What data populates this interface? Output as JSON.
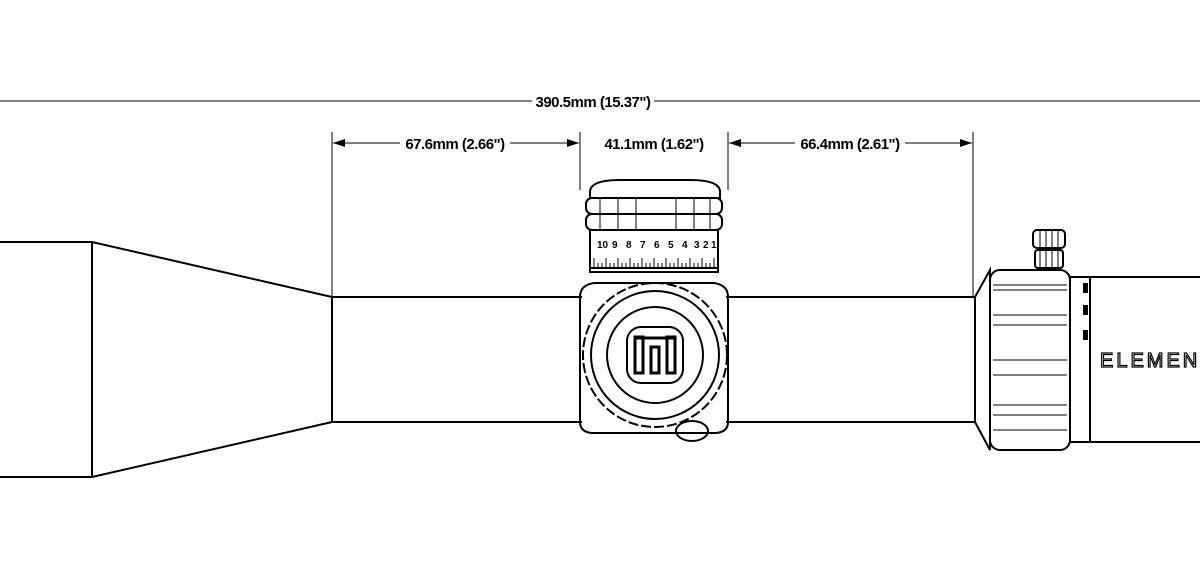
{
  "dimensions": {
    "overall": "390.5mm (15.37\")",
    "front": "67.6mm (2.66\")",
    "turret": "41.1mm (1.62\")",
    "rear": "66.4mm (2.61\")"
  },
  "turret_scale": [
    "10",
    "9",
    "8",
    "7",
    "6",
    "5",
    "4",
    "3",
    "2",
    "1"
  ],
  "brand": "ELEMENT",
  "colors": {
    "line": "#000000",
    "background": "#ffffff"
  }
}
